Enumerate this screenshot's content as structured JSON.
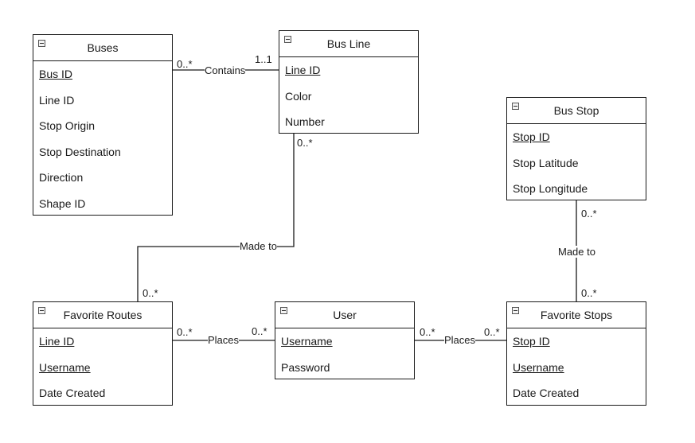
{
  "entities": {
    "buses": {
      "title": "Buses",
      "attributes": [
        {
          "name": "Bus ID",
          "key": true
        },
        {
          "name": "Line ID",
          "key": false
        },
        {
          "name": "Stop Origin",
          "key": false
        },
        {
          "name": "Stop Destination",
          "key": false
        },
        {
          "name": "Direction",
          "key": false
        },
        {
          "name": "Shape ID",
          "key": false
        }
      ]
    },
    "bus_line": {
      "title": "Bus Line",
      "attributes": [
        {
          "name": "Line ID",
          "key": true
        },
        {
          "name": "Color",
          "key": false
        },
        {
          "name": "Number",
          "key": false
        }
      ]
    },
    "bus_stop": {
      "title": "Bus Stop",
      "attributes": [
        {
          "name": "Stop ID",
          "key": true
        },
        {
          "name": "Stop Latitude",
          "key": false
        },
        {
          "name": "Stop Longitude",
          "key": false
        }
      ]
    },
    "favorite_routes": {
      "title": "Favorite Routes",
      "attributes": [
        {
          "name": "Line ID",
          "key": true
        },
        {
          "name": "Username",
          "key": true
        },
        {
          "name": "Date Created",
          "key": false
        }
      ]
    },
    "user": {
      "title": "User",
      "attributes": [
        {
          "name": "Username",
          "key": true
        },
        {
          "name": "Password",
          "key": false
        }
      ]
    },
    "favorite_stops": {
      "title": "Favorite Stops",
      "attributes": [
        {
          "name": "Stop ID",
          "key": true
        },
        {
          "name": "Username",
          "key": true
        },
        {
          "name": "Date Created",
          "key": false
        }
      ]
    }
  },
  "relationships": {
    "buses_busline": {
      "label": "Contains",
      "from_mult": "0..*",
      "to_mult": "1..1"
    },
    "busline_favroutes": {
      "label": "Made to",
      "from_mult": "0..*",
      "to_mult": "0..*"
    },
    "busstop_favstops": {
      "label": "Made to",
      "from_mult": "0..*",
      "to_mult": "0..*"
    },
    "favroutes_user": {
      "label": "Places",
      "from_mult": "0..*",
      "to_mult": "0..*"
    },
    "user_favstops": {
      "label": "Places",
      "from_mult": "0..*",
      "to_mult": "0..*"
    }
  },
  "colors": {
    "line": "#1a1a1a",
    "box_border": "#1a1a1a"
  }
}
